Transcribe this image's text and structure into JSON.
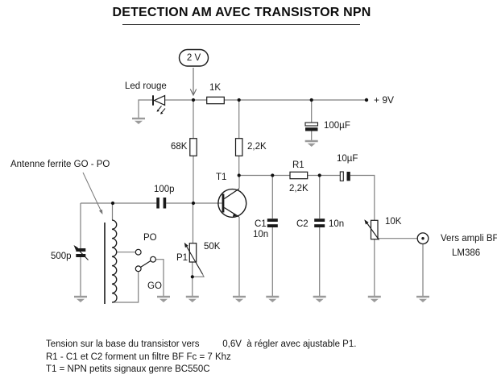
{
  "title": "DETECTION AM AVEC TRANSISTOR NPN",
  "power": {
    "test_point": "2 V",
    "rail_label": "+ 9V"
  },
  "labels": {
    "led": "Led rouge",
    "r_1k": "1K",
    "r_68k": "68K",
    "r_2k2_collector": "2,2K",
    "r1_name": "R1",
    "r1_value": "2,2K",
    "c_100uf": "100µF",
    "c_10uf": "10µF",
    "c_100p": "100p",
    "c1_name": "C1",
    "c1_value": "10n",
    "c2_name": "C2",
    "c2_value": "10n",
    "c_500p": "500p",
    "p1_name": "P1",
    "p1_value": "50K",
    "pot_10k": "10K",
    "transistor": "T1",
    "antenna": "Antenne ferrite GO - PO",
    "switch_po": "PO",
    "switch_go": "GO",
    "output_dest": "Vers ampli BF",
    "output_chip": "LM386"
  },
  "notes": [
    "Tension sur la base du transistor vers         0,6V  à régler avec ajustable P1.",
    "R1 - C1 et C2 forment un filtre BF Fc = 7 Khz",
    "T1 = NPN petits signaux genre BC550C"
  ],
  "colors": {
    "wire": "#7f7f7f",
    "ink": "#1a1a1a",
    "ground": "#9a9a9a",
    "background": "#ffffff"
  }
}
